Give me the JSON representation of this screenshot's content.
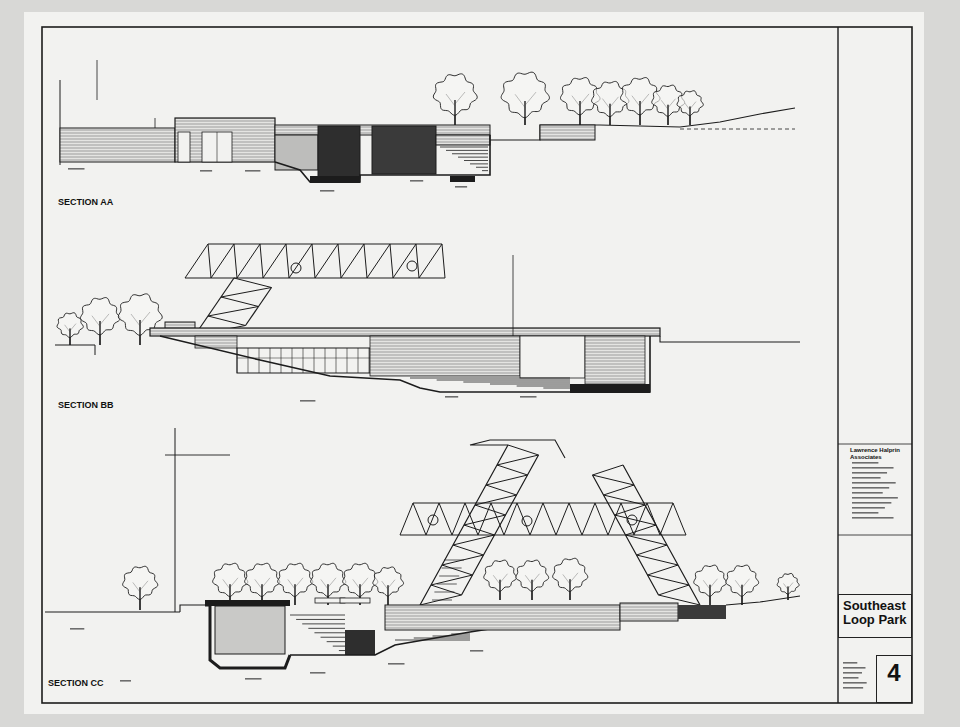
{
  "diagram": {
    "nodes": [
      {
        "text": [
          "Southeast Loop Park"
        ]
      },
      {
        "text": [
          "4"
        ]
      }
    ],
    "labels": [
      "SECTION AA",
      "SECTION BB",
      "SECTION CC",
      "Lawrence Halprin Associates"
    ]
  }
}
